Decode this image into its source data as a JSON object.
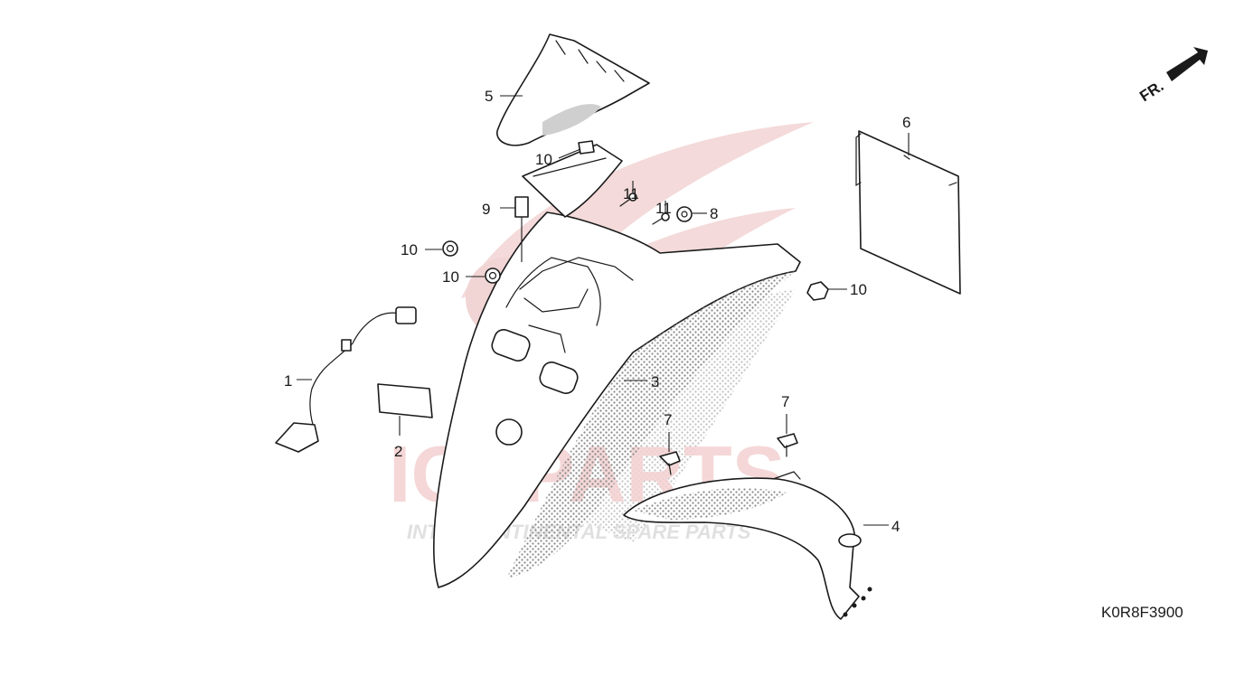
{
  "diagram": {
    "direction_label": "FR.",
    "code": "K0R8F3900",
    "watermark": {
      "brand": "ICSPARTS",
      "tagline": "INTERCONTINENTAL SPARE PARTS"
    },
    "callouts": [
      {
        "id": "c1",
        "text": "1"
      },
      {
        "id": "c2",
        "text": "2"
      },
      {
        "id": "c3",
        "text": "3"
      },
      {
        "id": "c4",
        "text": "4"
      },
      {
        "id": "c5",
        "text": "5"
      },
      {
        "id": "c6",
        "text": "6"
      },
      {
        "id": "c7a",
        "text": "7"
      },
      {
        "id": "c7b",
        "text": "7"
      },
      {
        "id": "c8",
        "text": "8"
      },
      {
        "id": "c9",
        "text": "9"
      },
      {
        "id": "c10a",
        "text": "10"
      },
      {
        "id": "c10b",
        "text": "10"
      },
      {
        "id": "c10c",
        "text": "10"
      },
      {
        "id": "c10d",
        "text": "10"
      },
      {
        "id": "c11a",
        "text": "11"
      },
      {
        "id": "c11b",
        "text": "11"
      }
    ]
  }
}
